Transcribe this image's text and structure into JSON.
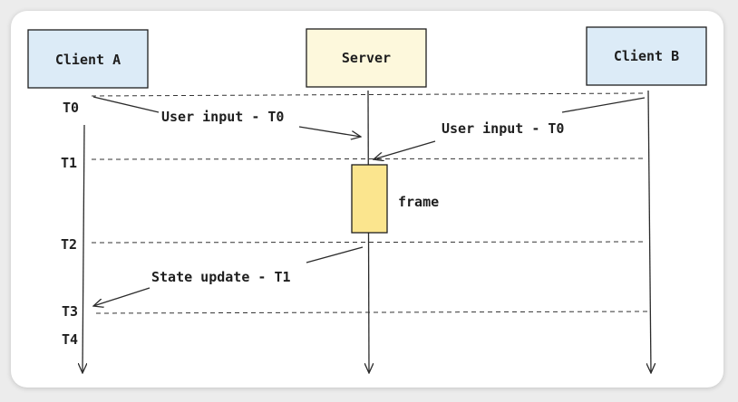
{
  "actors": {
    "client_a": {
      "label": "Client A",
      "fill": "#dcebf7"
    },
    "server": {
      "label": "Server",
      "fill": "#fdf8dc"
    },
    "client_b": {
      "label": "Client B",
      "fill": "#dcebf7"
    }
  },
  "time_marks": [
    "T0",
    "T1",
    "T2",
    "T3",
    "T4"
  ],
  "messages": {
    "a_to_server": "User input - T0",
    "b_to_server": "User input - T0",
    "server_to_a": "State update - T1"
  },
  "activation": {
    "label": "frame",
    "fill": "#fbe58e"
  }
}
